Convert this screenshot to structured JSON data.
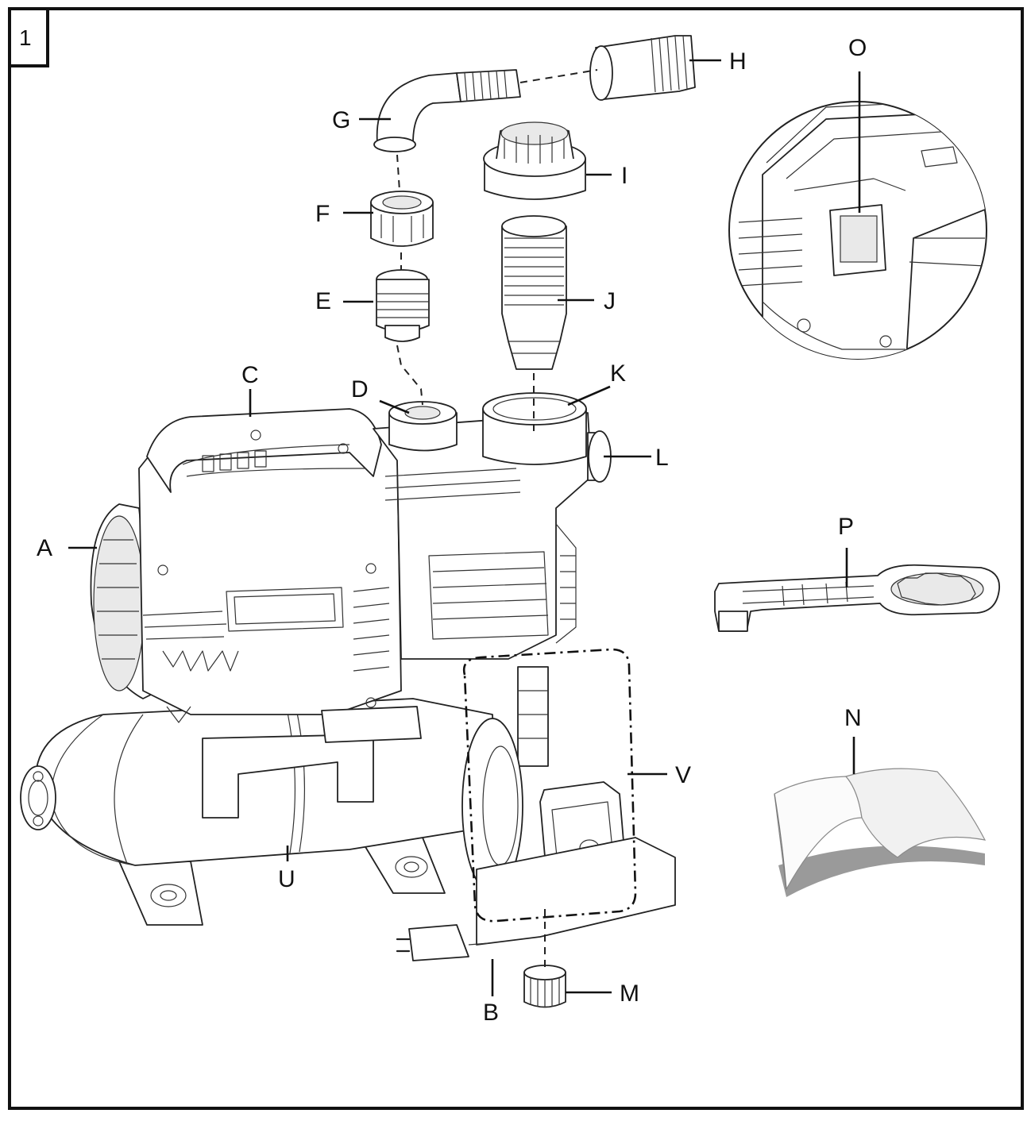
{
  "figure": {
    "number": "1"
  },
  "labels": {
    "A": "A",
    "B": "B",
    "C": "C",
    "D": "D",
    "E": "E",
    "F": "F",
    "G": "G",
    "H": "H",
    "I": "I",
    "J": "J",
    "K": "K",
    "L": "L",
    "M": "M",
    "N": "N",
    "O": "O",
    "P": "P",
    "U": "U",
    "V": "V"
  },
  "icons": {
    "pump": "pump-assembly-icon",
    "tank": "pressure-tank-icon",
    "wrench": "wrench-icon",
    "manual": "open-book-icon",
    "detail": "switch-detail-icon"
  },
  "colors": {
    "stroke": "#222222",
    "background": "#ffffff",
    "book_shadow": "#9a9a9a"
  }
}
